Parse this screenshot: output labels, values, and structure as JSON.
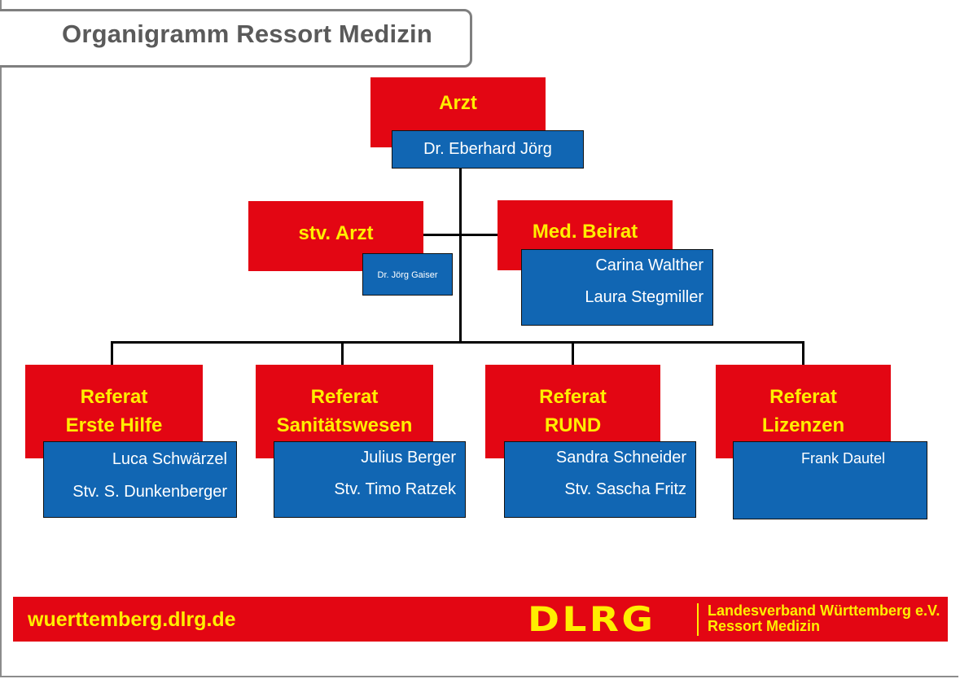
{
  "header": {
    "title": "Organigramm Ressort Medizin"
  },
  "chart": {
    "head": {
      "role": "Arzt",
      "name": "Dr. Eberhard Jörg"
    },
    "deputy": {
      "role": "stv. Arzt",
      "name": "Dr. Jörg Gaiser"
    },
    "board": {
      "role": "Med. Beirat",
      "members": [
        "Carina Walther",
        "Laura Stegmiller"
      ]
    },
    "units": [
      {
        "role_line1": "Referat",
        "role_line2": "Erste Hilfe",
        "lead": "Luca Schwärzel",
        "deputy": "Stv. S. Dunkenberger"
      },
      {
        "role_line1": "Referat",
        "role_line2": "Sanitätswesen",
        "lead": "Julius Berger",
        "deputy": "Stv. Timo Ratzek"
      },
      {
        "role_line1": "Referat",
        "role_line2": "RUND",
        "lead": "Sandra Schneider",
        "deputy": "Stv. Sascha Fritz"
      },
      {
        "role_line1": "Referat",
        "role_line2": "Lizenzen",
        "lead": "Frank Dautel",
        "deputy": ""
      }
    ]
  },
  "footer": {
    "url": "wuerttemberg.dlrg.de",
    "logo_text": "DLRG",
    "org_line1": "Landesverband Württemberg e.V.",
    "org_line2": "Ressort Medizin"
  },
  "colors": {
    "red": "#e30613",
    "blue": "#1166b3",
    "yellow": "#ffee00",
    "title_gray": "#5a5a5a"
  }
}
